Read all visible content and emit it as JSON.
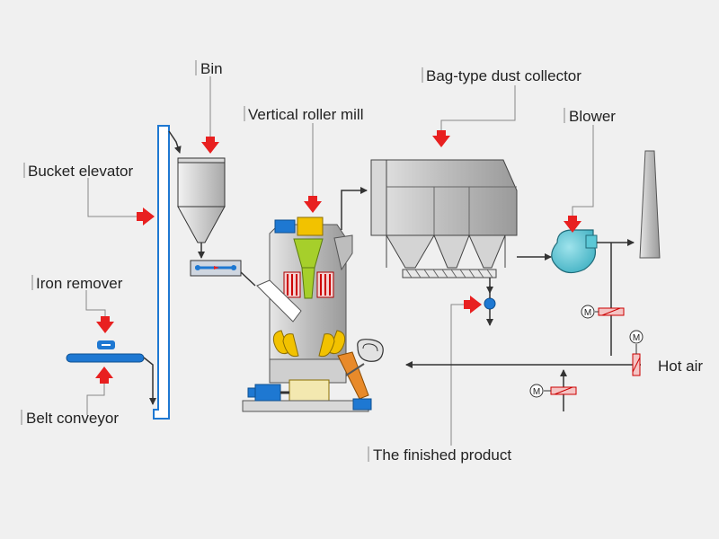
{
  "labels": {
    "bin": "Bin",
    "vertical_roller_mill": "Vertical roller mill",
    "bag_dust_collector": "Bag-type dust collector",
    "blower": "Blower",
    "bucket_elevator": "Bucket elevator",
    "iron_remover": "Iron remover",
    "belt_conveyor": "Belt conveyor",
    "hot_air": "Hot air",
    "finished_product": "The finished product"
  },
  "motor_symbol": "M",
  "colors": {
    "background": "#f0f0f0",
    "arrow_red": "#e82020",
    "line": "#333333",
    "leader": "#888888",
    "blue": "#1e78d2",
    "teal": "#5bc8d6",
    "yellow": "#f2c200",
    "green": "#a6cf2b",
    "steel": "#c8c8c8"
  }
}
